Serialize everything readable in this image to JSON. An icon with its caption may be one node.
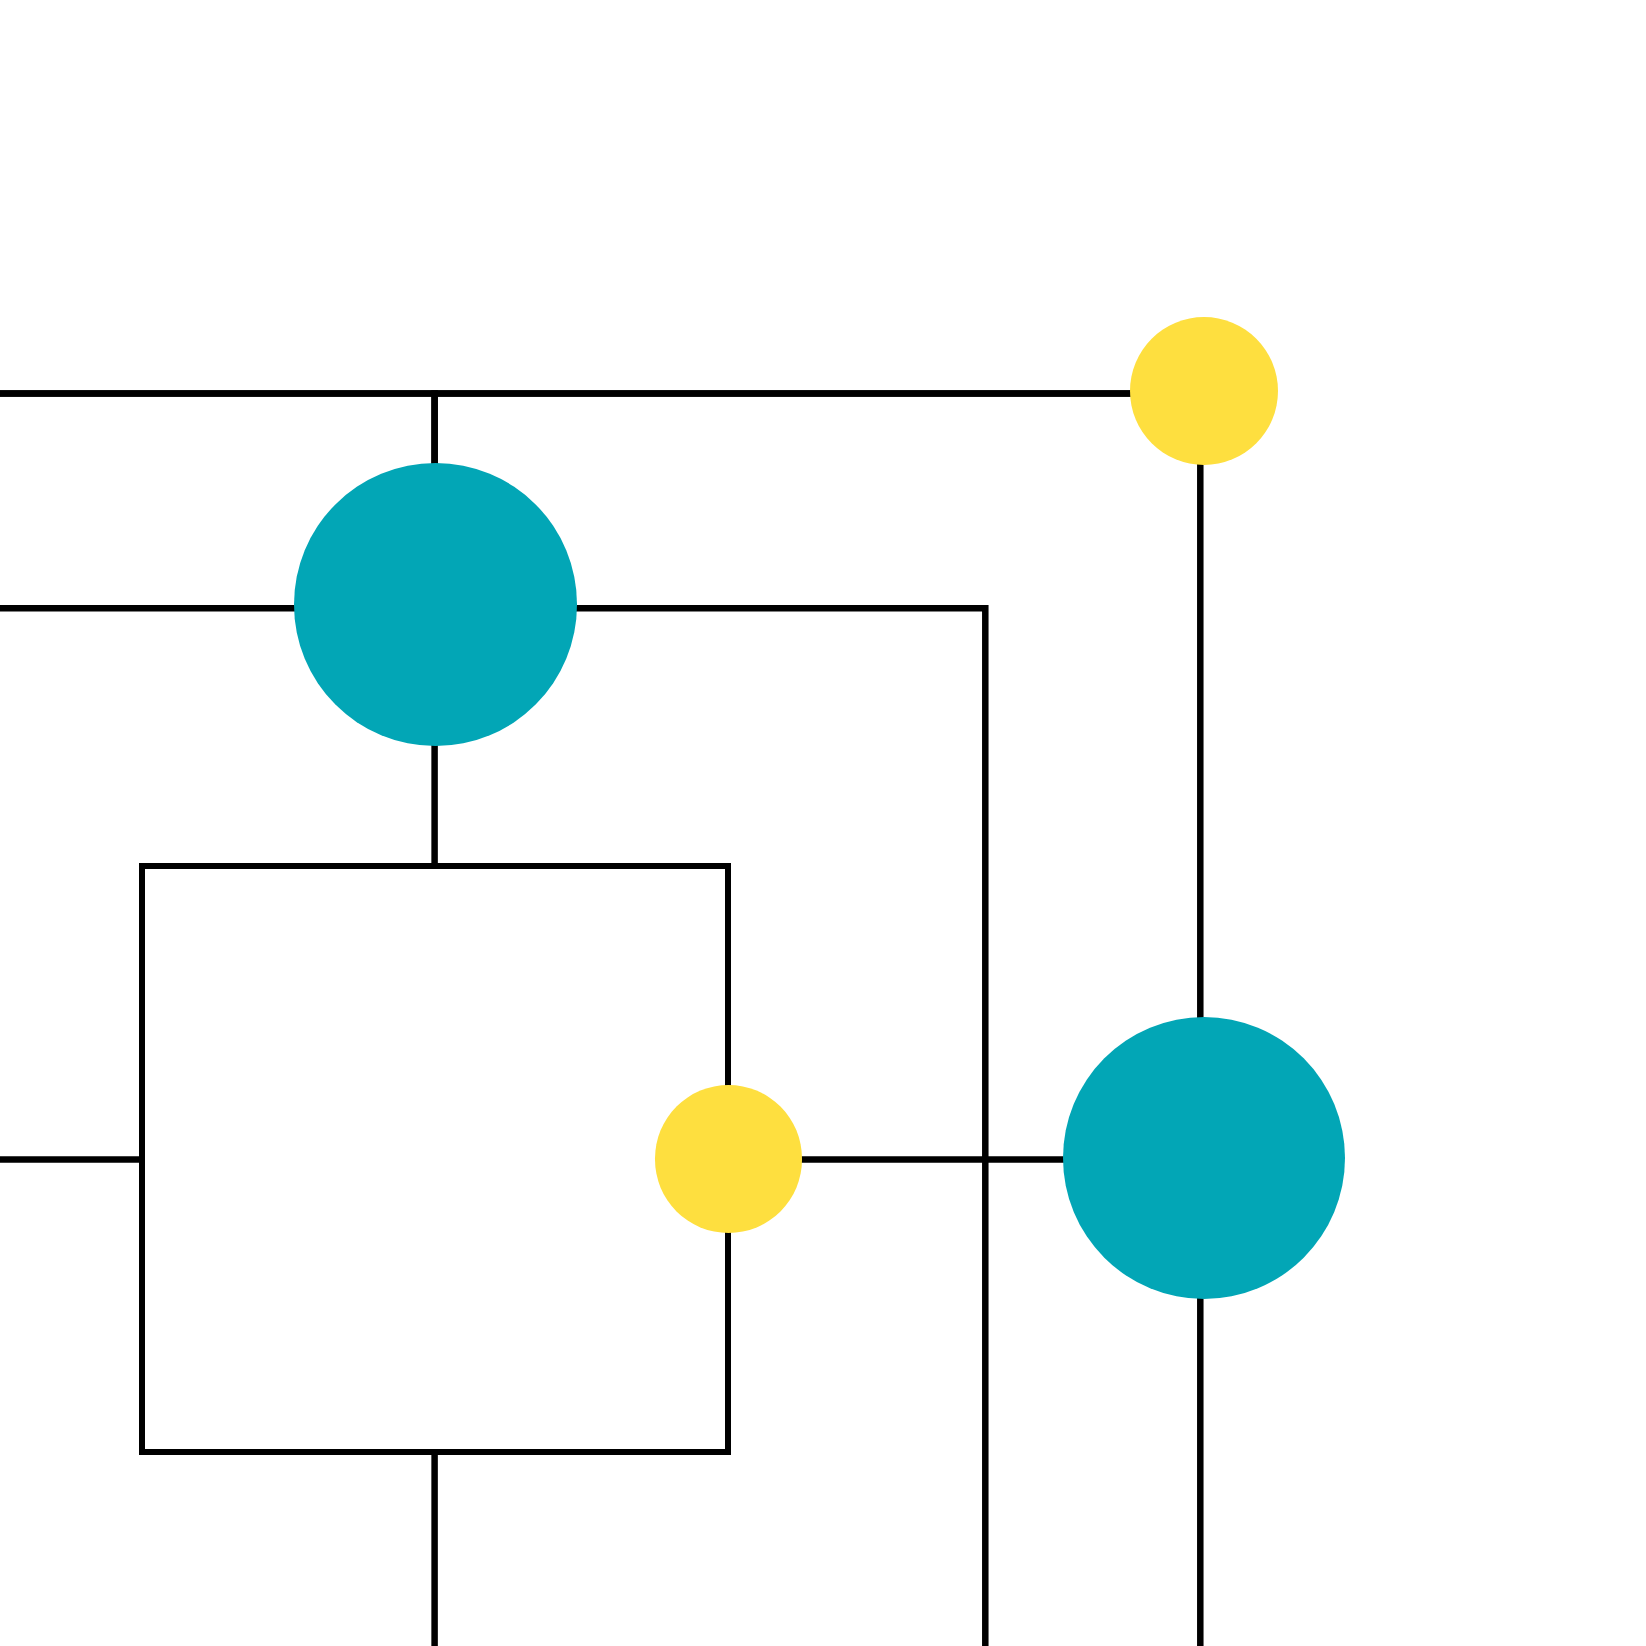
{
  "diagram": {
    "nodes": [
      {
        "text": [],
        "shape": "circle"
      },
      {
        "text": [],
        "shape": "circle"
      },
      {
        "text": [],
        "shape": "box"
      },
      {
        "text": [],
        "shape": "circle"
      },
      {
        "text": [],
        "shape": "circle"
      }
    ],
    "edges": [
      {
        "from": null,
        "to": 0,
        "arrow": "none"
      },
      {
        "from": null,
        "to": 1,
        "arrow": "none"
      },
      {
        "from": 1,
        "to": 0,
        "arrow": "none"
      },
      {
        "from": null,
        "to": 1,
        "arrow": "none"
      },
      {
        "from": 1,
        "to": null,
        "arrow": "none"
      },
      {
        "from": 1,
        "to": 2,
        "arrow": "none"
      },
      {
        "from": null,
        "to": 2,
        "arrow": "none"
      },
      {
        "from": 2,
        "to": null,
        "arrow": "none"
      },
      {
        "from": 0,
        "to": 4,
        "arrow": "none"
      },
      {
        "from": 3,
        "to": 4,
        "arrow": "none"
      },
      {
        "from": 4,
        "to": null,
        "arrow": "none"
      }
    ]
  }
}
